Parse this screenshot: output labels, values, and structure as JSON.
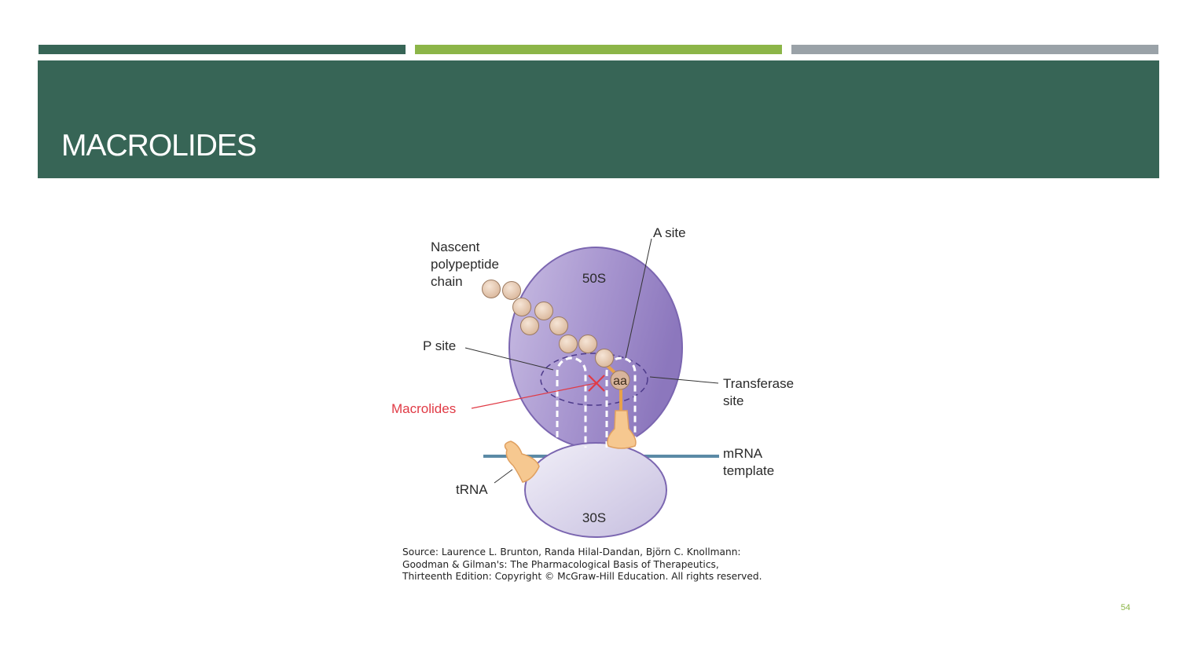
{
  "slide": {
    "title": "MACROLIDES",
    "page_number": "54",
    "colors": {
      "accent_dark_green": "#376556",
      "accent_light_green": "#8cb548",
      "accent_gray": "#9aa2a8",
      "ribosome_purple": "#9e8cc8",
      "inhibitor_red": "#e03a45"
    }
  },
  "diagram": {
    "labels": {
      "nascent_1": "Nascent",
      "nascent_2": "polypeptide",
      "nascent_3": "chain",
      "subunit_50s": "50S",
      "a_site": "A site",
      "p_site": "P site",
      "macrolides": "Macrolides",
      "aa": "aa",
      "transferase_1": "Transferase",
      "transferase_2": "site",
      "mrna_1": "mRNA",
      "mrna_2": "template",
      "trna": "tRNA",
      "subunit_30s": "30S"
    }
  },
  "source": {
    "line1": "Source: Laurence L. Brunton, Randa Hilal-Dandan, Björn C. Knollmann:",
    "line2": "Goodman & Gilman's: The Pharmacological Basis of Therapeutics,",
    "line3": "Thirteenth Edition: Copyright © McGraw-Hill Education. All rights reserved."
  }
}
